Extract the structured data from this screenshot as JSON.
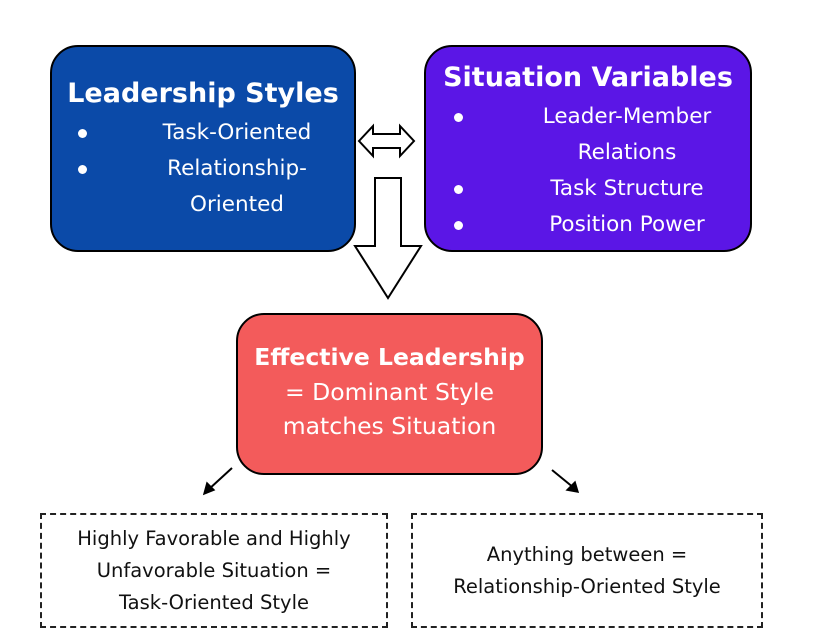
{
  "leadership_styles": {
    "title": "Leadership Styles",
    "items": [
      "Task-Oriented",
      "Relationship-",
      "Oriented"
    ]
  },
  "situation_variables": {
    "title": "Situation Variables",
    "items": [
      "Leader-Member",
      "Relations",
      "Task Structure",
      "Position Power"
    ]
  },
  "effective": {
    "title": "Effective Leadership",
    "line1": "= Dominant Style",
    "line2": "matches Situation"
  },
  "results": {
    "left": {
      "line1": "Highly Favorable and Highly",
      "line2": "Unfavorable Situation =",
      "line3": "Task-Oriented Style"
    },
    "right": {
      "line1": "Anything between  =",
      "line2": "Relationship-Oriented Style"
    }
  },
  "colors": {
    "styles_box": "#0b4aa8",
    "situation_box": "#5b16e6",
    "effective_box": "#f35b5b"
  }
}
